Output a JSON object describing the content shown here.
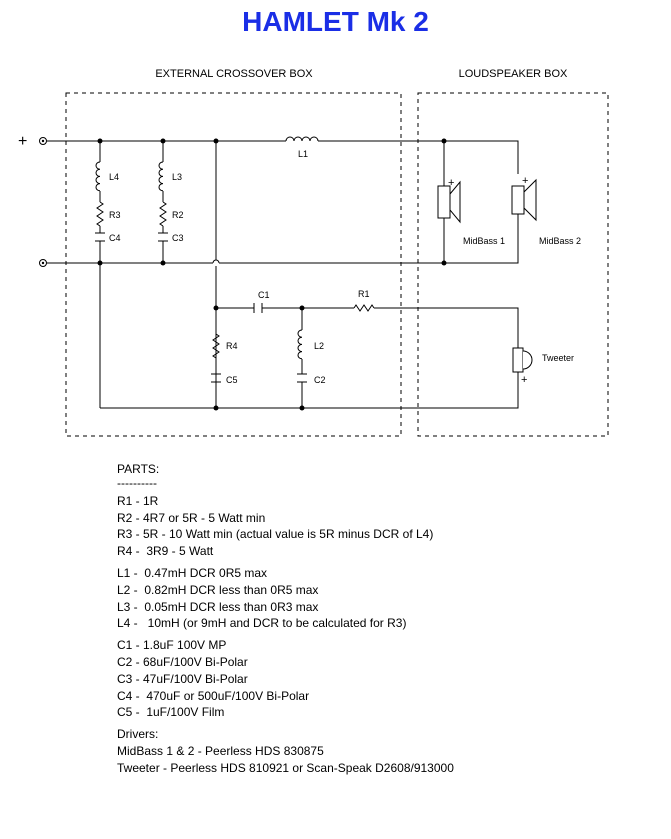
{
  "title": "HAMLET Mk 2",
  "boxes": {
    "crossover": "EXTERNAL CROSSOVER BOX",
    "speaker": "LOUDSPEAKER BOX"
  },
  "terminals": {
    "plus": "+"
  },
  "components": {
    "L1": "L1",
    "L2": "L2",
    "L3": "L3",
    "L4": "L4",
    "R1": "R1",
    "R2": "R2",
    "R3": "R3",
    "R4": "R4",
    "C1": "C1",
    "C2": "C2",
    "C3": "C3",
    "C4": "C4",
    "C5": "C5"
  },
  "drivers": {
    "mid1": "MidBass 1",
    "mid2": "MidBass 2",
    "tweeter": "Tweeter",
    "plus": "+"
  },
  "parts": {
    "heading": "PARTS:",
    "underline": "----------",
    "resistors": [
      "R1 - 1R",
      "R2 - 4R7 or 5R - 5 Watt min",
      "R3 - 5R - 10 Watt min (actual value is 5R minus DCR of L4)",
      "R4 -  3R9 - 5 Watt"
    ],
    "inductors": [
      "L1 -  0.47mH DCR 0R5 max",
      "L2 -  0.82mH DCR less than 0R5 max",
      "L3 -  0.05mH DCR less than 0R3 max",
      "L4 -   10mH (or 9mH and DCR to be calculated for R3)"
    ],
    "capacitors": [
      "C1 - 1.8uF 100V MP",
      "C2 - 68uF/100V Bi-Polar",
      "C3 - 47uF/100V Bi-Polar",
      "C4 -  470uF or 500uF/100V Bi-Polar",
      "C5 -  1uF/100V Film"
    ],
    "drivers_heading": "Drivers:",
    "drivers": [
      "MidBass 1 & 2 - Peerless HDS 830875",
      "Tweeter - Peerless HDS 810921 or Scan-Speak D2608/913000"
    ]
  }
}
